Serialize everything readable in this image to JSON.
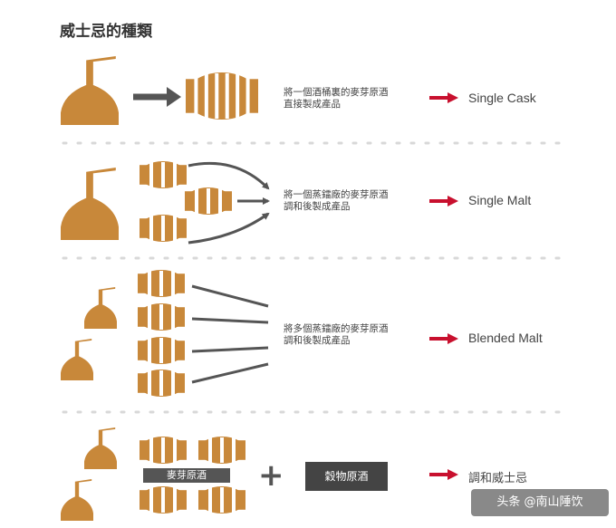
{
  "title": "威士忌的種類",
  "rows": [
    {
      "desc_line1": "將一個酒桶裏的麥芽原酒",
      "desc_line2": "直接製成產品",
      "result": "Single Cask"
    },
    {
      "desc_line1": "將一個蒸鐳廠的麥芽原酒",
      "desc_line2": "調和後製成產品",
      "result": "Single Malt"
    },
    {
      "desc_line1": "將多個蒸鐳廠的麥芽原酒",
      "desc_line2": "調和後製成產品",
      "result": "Blended Malt"
    },
    {
      "malt_label": "麥芽原酒",
      "grain_label": "穀物原酒",
      "plus": "+",
      "result": "調和威士忌"
    }
  ],
  "watermark": "头条 @南山陲饮",
  "colors": {
    "still": "#c8883a",
    "barrel": "#c8883a",
    "stripe": "#ffffff",
    "arrow_red": "#c8102e",
    "arrow_gray": "#555555",
    "divider": "#dddddd"
  }
}
